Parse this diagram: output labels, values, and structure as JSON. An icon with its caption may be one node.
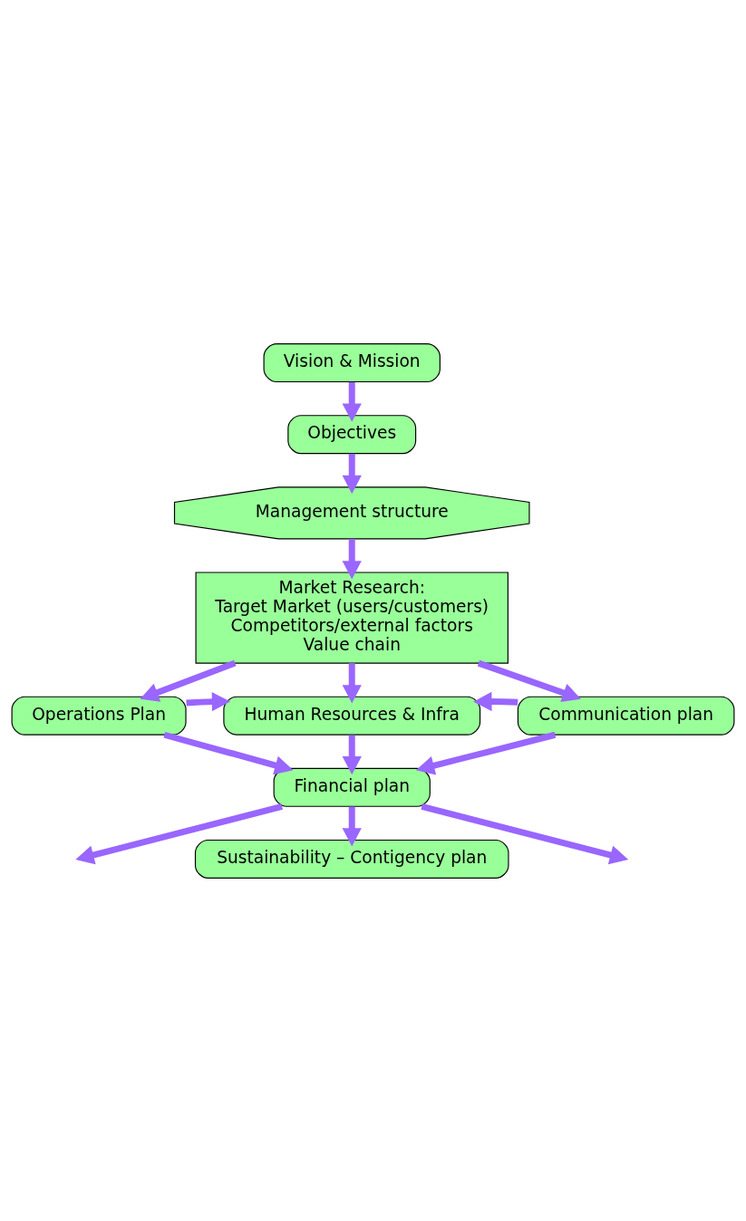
{
  "diagram": {
    "nodes": [
      {
        "text": [
          "Vision & Mission"
        ]
      },
      {
        "text": [
          "Objectives"
        ]
      },
      {
        "text": [
          "Management structure"
        ]
      },
      {
        "text": [
          "Market Research:",
          "Target Market (users/customers)",
          "Competitors/external factors",
          "Value chain"
        ]
      },
      {
        "text": [
          "Operations Plan"
        ]
      },
      {
        "text": [
          "Communication plan"
        ]
      },
      {
        "text": [
          "Human Resources & Infra"
        ]
      },
      {
        "text": [
          "Financial plan"
        ]
      },
      {
        "text": [
          "Sustainability – Contigency plan"
        ]
      }
    ],
    "edges": [
      {
        "from": 0,
        "to": 1,
        "arrow": "to"
      },
      {
        "from": 1,
        "to": 2,
        "arrow": "to"
      },
      {
        "from": 2,
        "to": 3,
        "arrow": "to"
      },
      {
        "from": 3,
        "to": 4,
        "arrow": "to"
      },
      {
        "from": 3,
        "to": 5,
        "arrow": "to"
      },
      {
        "from": 3,
        "to": 6,
        "arrow": "to"
      },
      {
        "from": 4,
        "to": 6,
        "arrow": "to"
      },
      {
        "from": 5,
        "to": 6,
        "arrow": "to"
      },
      {
        "from": 4,
        "to": 7,
        "arrow": "to"
      },
      {
        "from": 5,
        "to": 7,
        "arrow": "to"
      },
      {
        "from": 6,
        "to": 7,
        "arrow": "to"
      },
      {
        "from": 7,
        "to": null,
        "arrow": "to"
      },
      {
        "from": 7,
        "to": null,
        "arrow": "to"
      },
      {
        "from": 7,
        "to": 8,
        "arrow": "to"
      }
    ]
  }
}
